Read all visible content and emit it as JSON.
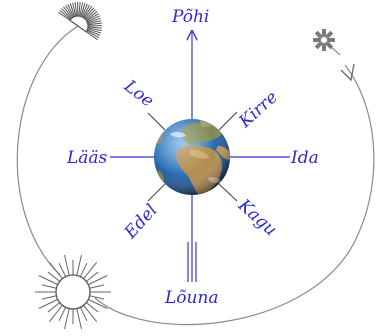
{
  "directions": {
    "north": "Põhi",
    "south": "Lõuna",
    "east": "Ida",
    "west": "Lääs",
    "northeast": "Kirre",
    "northwest": "Loe",
    "southeast": "Kagu",
    "southwest": "Edel"
  },
  "colors": {
    "label": "#2a2ad6",
    "cardinal_ray": "#3535d0",
    "diagonal_ray": "#4a4a4a",
    "orbit": "#8a8a8a",
    "ocean": "#2c6fb5",
    "land": "#8c7a4a"
  },
  "icons": {
    "center": "globe-icon",
    "top_left": "half-sun-rising-icon",
    "top_right": "small-sun-icon",
    "bottom_left": "large-sun-icon"
  }
}
